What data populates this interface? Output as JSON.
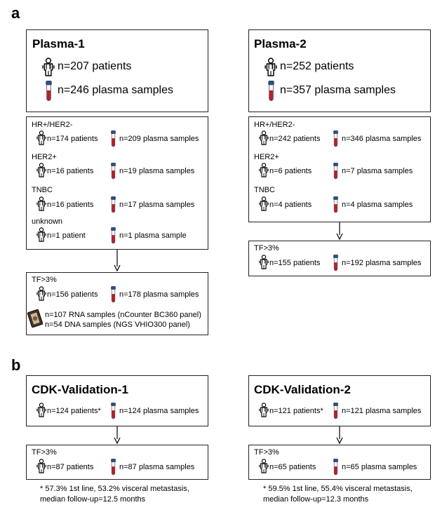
{
  "panels": {
    "a": "a",
    "b": "b"
  },
  "plasma1": {
    "title": "Plasma-1",
    "patients": "n=207 patients",
    "samples": "n=246 plasma samples",
    "subtypes": [
      {
        "label": "HR+/HER2-",
        "patients": "n=174 patients",
        "samples": "n=209 plasma samples"
      },
      {
        "label": "HER2+",
        "patients": "n=16 patients",
        "samples": "n=19 plasma samples"
      },
      {
        "label": "TNBC",
        "patients": "n=16 patients",
        "samples": "n=17 plasma samples"
      },
      {
        "label": "unknown",
        "patients": "n=1 patient",
        "samples": "n=1 plasma sample"
      }
    ],
    "tf": {
      "label": "TF>3%",
      "patients": "n=156 patients",
      "samples": "n=178 plasma samples",
      "rna": "n=107 RNA samples (nCounter BC360 panel)",
      "dna": "n=54 DNA samples (NGS VHIO300 panel)"
    }
  },
  "plasma2": {
    "title": "Plasma-2",
    "patients": "n=252 patients",
    "samples": "n=357 plasma samples",
    "subtypes": [
      {
        "label": "HR+/HER2-",
        "patients": "n=242 patients",
        "samples": "n=346 plasma samples"
      },
      {
        "label": "HER2+",
        "patients": "n=6 patients",
        "samples": "n=7 plasma samples"
      },
      {
        "label": "TNBC",
        "patients": "n=4 patients",
        "samples": "n=4 plasma samples"
      }
    ],
    "tf": {
      "label": "TF>3%",
      "patients": "n=155 patients",
      "samples": "n=192 plasma samples"
    }
  },
  "cdk1": {
    "title": "CDK-Validation-1",
    "patients": "n=124 patients*",
    "samples": "n=124 plasma samples",
    "tf": {
      "label": "TF>3%",
      "patients": "n=87 patients",
      "samples": "n=87 plasma samples"
    },
    "note1": "* 57.3% 1st line, 53.2% visceral metastasis,",
    "note2": "median follow-up=12.5 months"
  },
  "cdk2": {
    "title": "CDK-Validation-2",
    "patients": "n=121 patients*",
    "samples": "n=121 plasma samples",
    "tf": {
      "label": "TF>3%",
      "patients": "n=65 patients",
      "samples": "n=65 plasma samples"
    },
    "note1": "* 59.5% 1st line, 55.4% visceral metastasis,",
    "note2": "median follow-up=12.3 months"
  },
  "icons": {
    "patient": "patient-icon",
    "tube": "blood-tube-icon",
    "chip": "rna-chip-icon"
  },
  "colors": {
    "tube_cap": "#2b4f8f",
    "blood": "#b81d2c"
  }
}
